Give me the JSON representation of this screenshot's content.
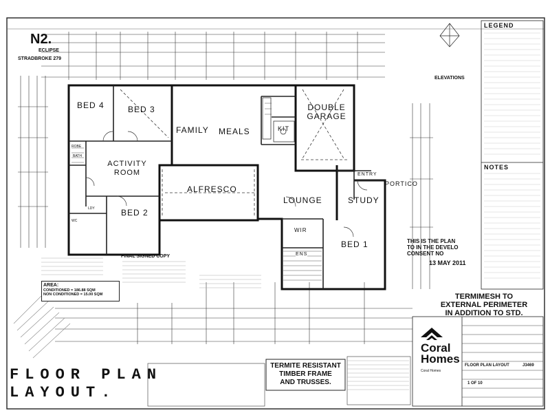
{
  "header": {
    "plan_code": "N2.",
    "facade": "ECLIPSE",
    "series": "STRADBROKE 279",
    "elevations_label": "ELEVATIONS"
  },
  "rooms": {
    "bed4": "BED 4",
    "bed3": "BED 3",
    "bath": "BATH",
    "activity": "ACTIVITY ROOM",
    "bed2": "BED 2",
    "family": "FAMILY",
    "meals": "MEALS",
    "kit": "KIT",
    "double_garage": "DOUBLE GARAGE",
    "alfresco": "ALFRESCO",
    "lounge": "LOUNGE",
    "study": "STUDY",
    "portico": "PORTICO",
    "entry": "ENTRY",
    "wir": "WIR",
    "ens": "ENS",
    "bed1": "BED 1",
    "robe": "ROBE",
    "ldy": "LDY",
    "wc": "WC"
  },
  "legend": {
    "title": "LEGEND",
    "notes_title": "NOTES"
  },
  "stamps": {
    "final_signed": "FINAL SIGNED COPY",
    "approved_line1": "THIS IS THE PLAN",
    "approved_line2": "TO IN THE DEVELO",
    "approved_line3": "CONSENT NO",
    "date": "13 MAY 2011",
    "termimesh_line1": "TERMIMESH TO",
    "termimesh_line2": "EXTERNAL PERIMETER",
    "termimesh_line3": "IN ADDITION TO STD.",
    "termite_line1": "TERMITE RESISTANT",
    "termite_line2": "TIMBER FRAME",
    "termite_line3": "AND TRUSSES."
  },
  "area": {
    "title": "AREA:",
    "conditioned": "CONDITIONED = 186.88 SQM",
    "non_conditioned": "NON CONDITIONED = 15.00 SQM"
  },
  "title_block": {
    "line1": "FLOOR PLAN",
    "line2": "LAYOUT.",
    "sheet_title": "FLOOR PLAN LAYOUT",
    "sheet_no": "1 OF 10",
    "job_no": "J3469"
  },
  "company": {
    "name_line1": "Coral",
    "name_line2": "Homes",
    "office": "Coral Homes"
  },
  "colors": {
    "ink": "#111111",
    "paper": "#ffffff",
    "linework": "#333333"
  }
}
